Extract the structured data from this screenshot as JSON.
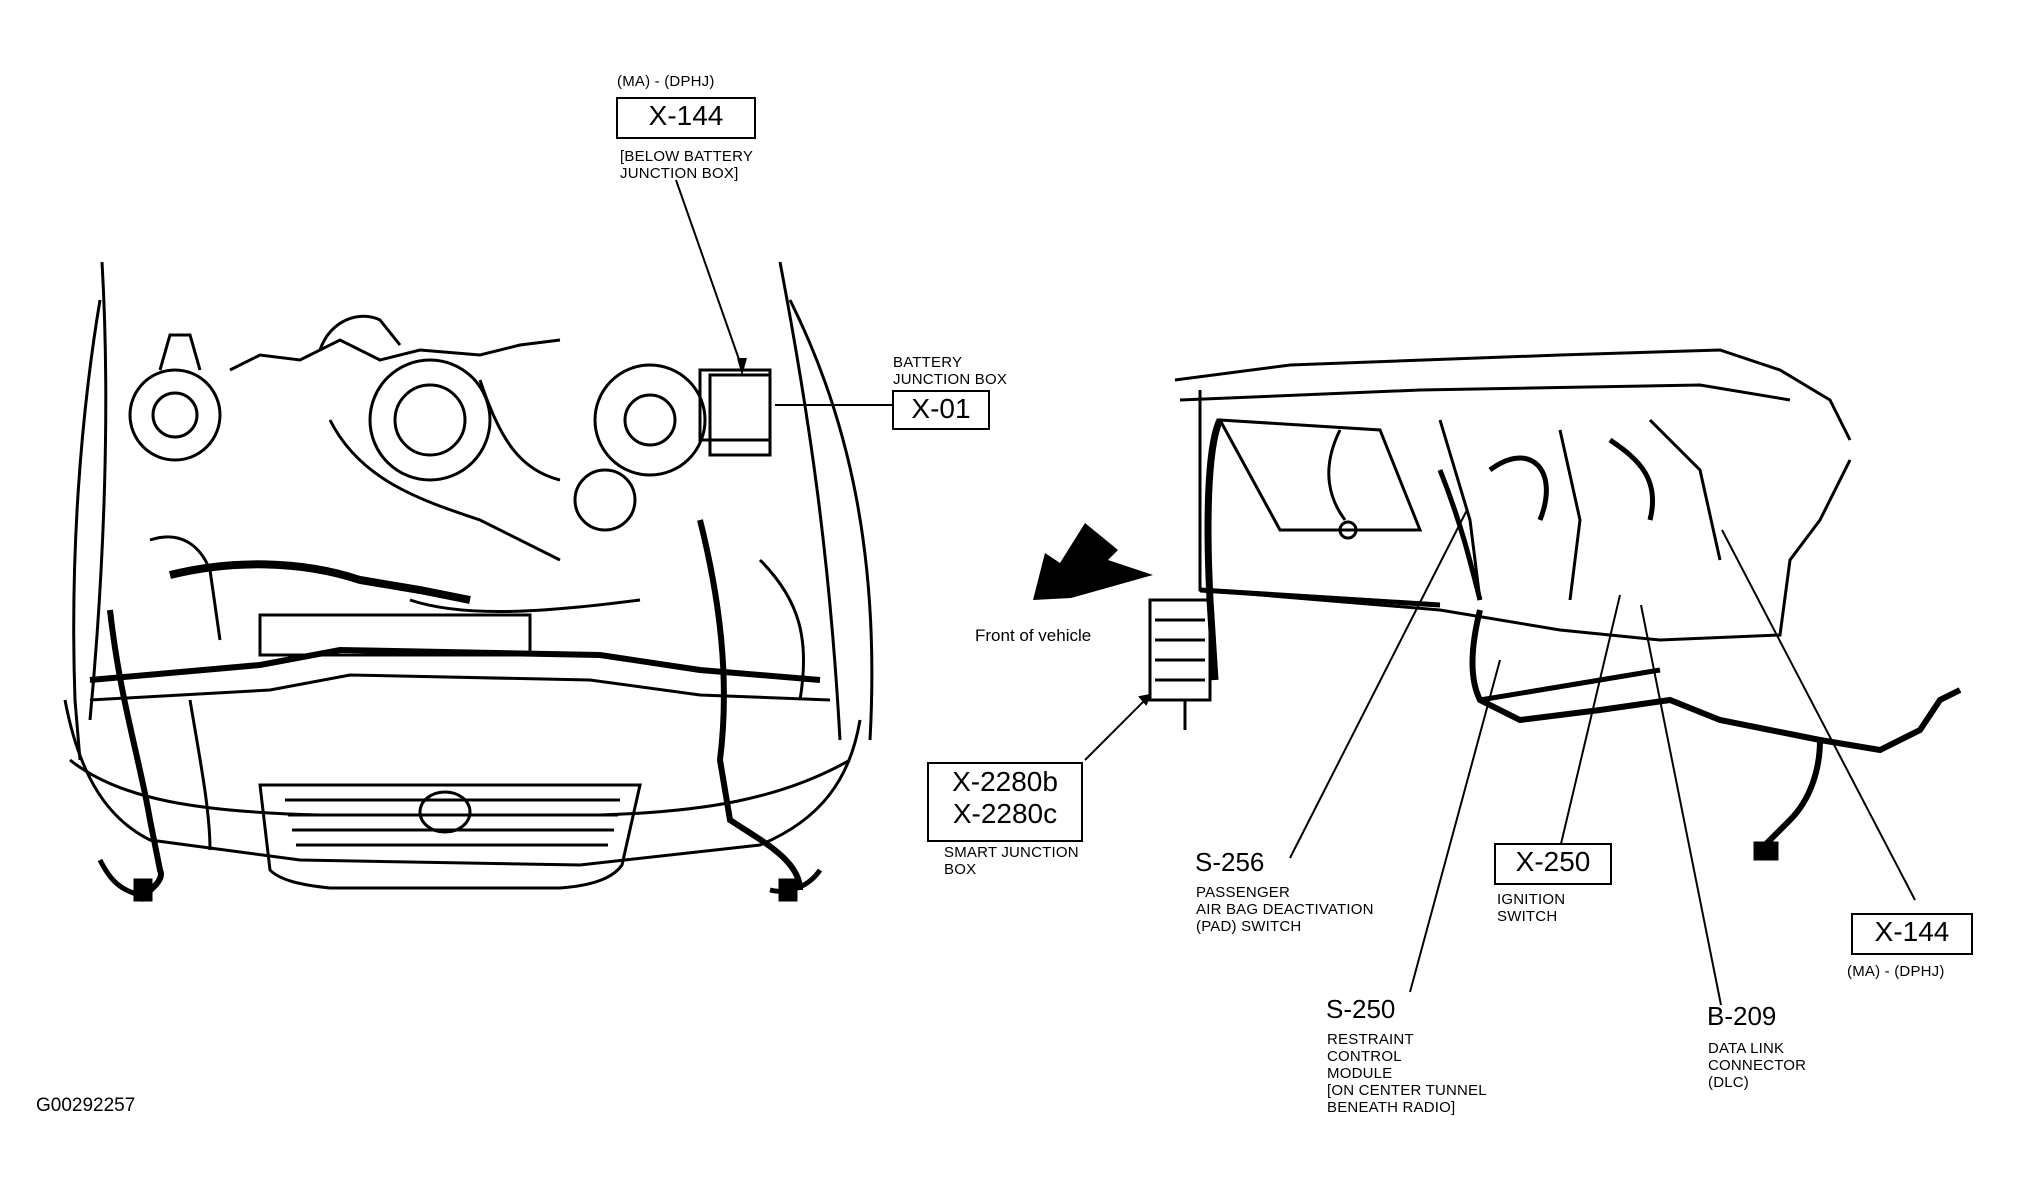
{
  "figure_id": "G00292257",
  "direction_label": "Front of vehicle",
  "callouts": {
    "x144_top": {
      "code": "X-144",
      "variant": "(MA) - (DPHJ)",
      "description": "[BELOW BATTERY\nJUNCTION BOX]"
    },
    "x01": {
      "code": "X-01",
      "description": "BATTERY\nJUNCTION BOX"
    },
    "x2280": {
      "code_b": "X-2280b",
      "code_c": "X-2280c",
      "description": "SMART JUNCTION\nBOX"
    },
    "s256": {
      "code": "S-256",
      "description": "PASSENGER\nAIR BAG DEACTIVATION\n(PAD) SWITCH"
    },
    "x250": {
      "code": "X-250",
      "description": "IGNITION\nSWITCH"
    },
    "x144_bottom": {
      "code": "X-144",
      "variant": "(MA) - (DPHJ)"
    },
    "s250": {
      "code": "S-250",
      "description": "RESTRAINT\nCONTROL\nMODULE\n[ON CENTER TUNNEL\nBENEATH RADIO]"
    },
    "b209": {
      "code": "B-209",
      "description": "DATA LINK\nCONNECTOR\n(DLC)"
    }
  }
}
